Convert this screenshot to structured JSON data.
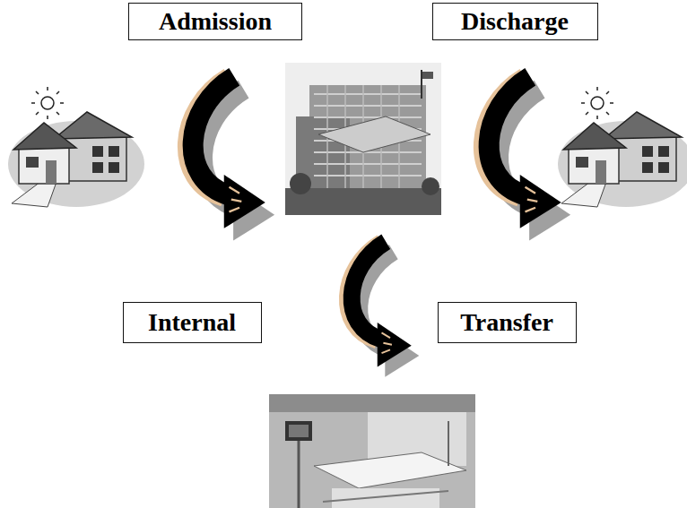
{
  "diagram": {
    "nodes": [
      {
        "text": [
          "Admission"
        ]
      },
      {
        "text": [
          "Discharge"
        ]
      },
      {
        "text": [
          "Internal"
        ]
      },
      {
        "text": [
          "Transfer"
        ]
      }
    ]
  }
}
